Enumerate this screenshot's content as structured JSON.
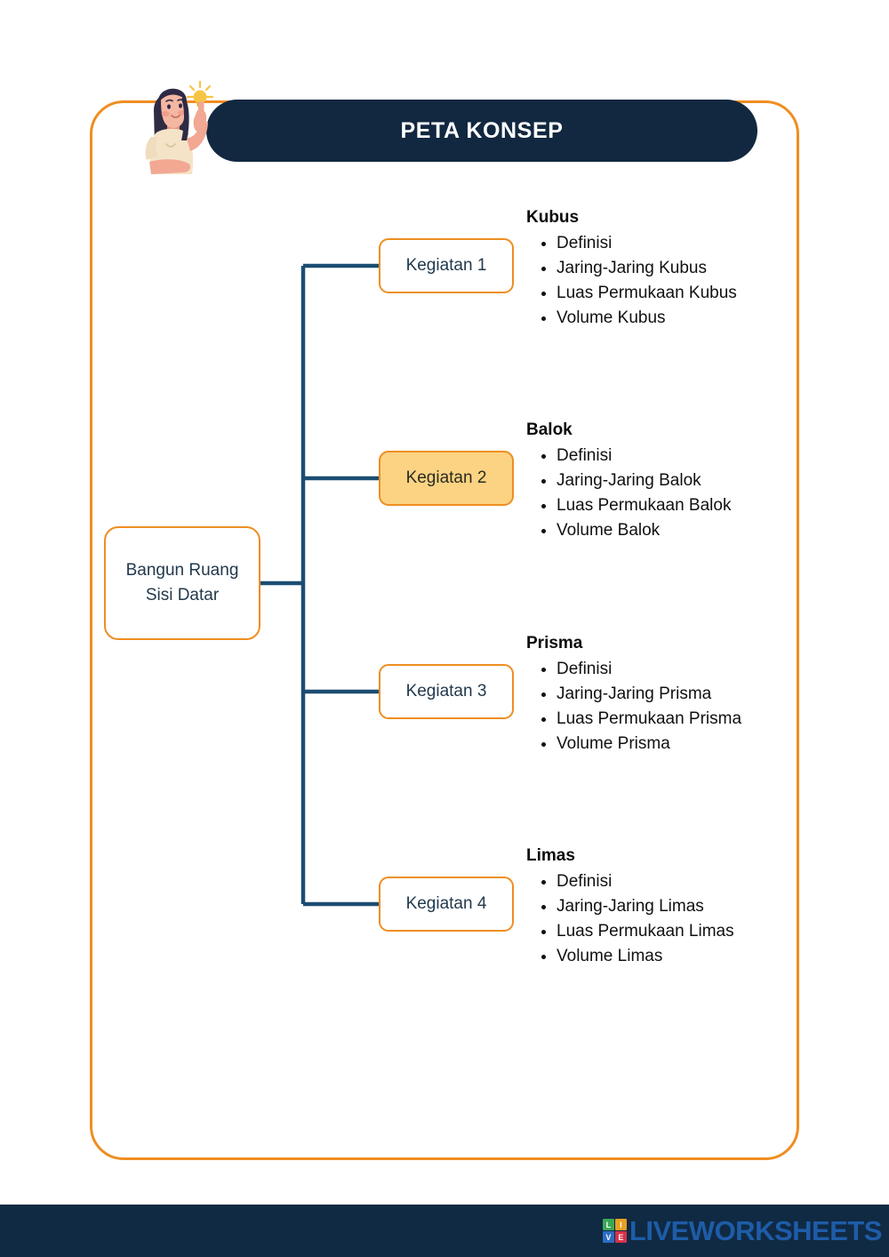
{
  "header": {
    "title": "PETA KONSEP",
    "banner_color": "#112840",
    "frame_color": "#EF8E21"
  },
  "illustration": {
    "name": "girl-pointing-up-with-lightbulb",
    "hair_color": "#2E2B44",
    "skin_color": "#F0A38F",
    "shirt_color": "#F5E3C8",
    "bulb_color": "#F6C445"
  },
  "mindmap": {
    "connector_color": "#1B4D72",
    "root": {
      "line1": "Bangun Ruang",
      "line2": "Sisi Datar"
    },
    "branches": [
      {
        "node_label": "Kegiatan 1",
        "highlighted": false,
        "topic_title": "Kubus",
        "items": [
          "Definisi",
          "Jaring-Jaring Kubus",
          "Luas Permukaan Kubus",
          "Volume Kubus"
        ]
      },
      {
        "node_label": "Kegiatan 2",
        "highlighted": true,
        "topic_title": "Balok",
        "items": [
          "Definisi",
          "Jaring-Jaring Balok",
          "Luas Permukaan Balok",
          "Volume Balok"
        ]
      },
      {
        "node_label": "Kegiatan 3",
        "highlighted": false,
        "topic_title": "Prisma",
        "items": [
          "Definisi",
          "Jaring-Jaring Prisma",
          "Luas Permukaan Prisma",
          "Volume Prisma"
        ]
      },
      {
        "node_label": "Kegiatan 4",
        "highlighted": false,
        "topic_title": "Limas",
        "items": [
          "Definisi",
          "Jaring-Jaring Limas",
          "Luas Permukaan Limas",
          "Volume Limas"
        ]
      }
    ]
  },
  "footer": {
    "background_color": "#102A43",
    "logo_word": "LIVEWORKSHEETS",
    "logo_word_color": "#1E5CA8",
    "tiles": [
      {
        "letter": "L",
        "color": "#3AA757"
      },
      {
        "letter": "I",
        "color": "#E8A021"
      },
      {
        "letter": "V",
        "color": "#2C6CC4"
      },
      {
        "letter": "E",
        "color": "#D8324B"
      }
    ]
  }
}
